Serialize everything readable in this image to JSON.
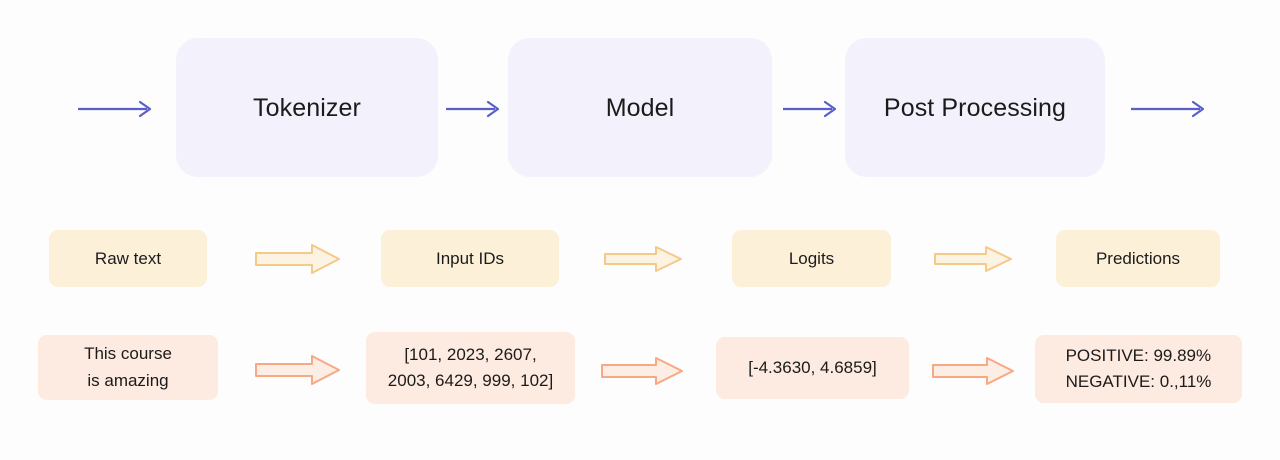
{
  "diagram": {
    "title": "NLP pipeline: Tokenizer / Model / Post Processing",
    "background_color": "#fdfdfd",
    "colors": {
      "stage_fill": "#f3f1fc",
      "stage_arrow": "#5a5fc7",
      "concept_fill": "#fdf0d9",
      "concept_arrow_fill": "#fdf3e3",
      "concept_arrow_stroke": "#f5c98a",
      "example_fill": "#fdeae0",
      "example_arrow_fill": "#fdeee5",
      "example_arrow_stroke": "#f8a983",
      "text": "#1b1b1b"
    }
  },
  "stages": [
    {
      "label": "Tokenizer"
    },
    {
      "label": "Model"
    },
    {
      "label": "Post Processing"
    }
  ],
  "stage_arrows": [
    {
      "name": "arrow-into-tokenizer"
    },
    {
      "name": "arrow-tokenizer-to-model"
    },
    {
      "name": "arrow-model-to-post-processing"
    },
    {
      "name": "arrow-out-of-post-processing"
    }
  ],
  "concepts": [
    {
      "label": "Raw text"
    },
    {
      "label": "Input IDs"
    },
    {
      "label": "Logits"
    },
    {
      "label": "Predictions"
    }
  ],
  "concept_arrows": [
    {
      "name": "concept-arrow-raw-text-to-input-ids"
    },
    {
      "name": "concept-arrow-input-ids-to-logits"
    },
    {
      "name": "concept-arrow-logits-to-predictions"
    }
  ],
  "examples": [
    {
      "label": "This course\nis amazing"
    },
    {
      "label": "[101, 2023, 2607,\n2003, 6429, 999, 102]"
    },
    {
      "label": "[-4.3630, 4.6859]"
    },
    {
      "label": "POSITIVE: 99.89%\nNEGATIVE: 0.,11%"
    }
  ],
  "example_arrows": [
    {
      "name": "example-arrow-text-to-ids"
    },
    {
      "name": "example-arrow-ids-to-logits"
    },
    {
      "name": "example-arrow-logits-to-predictions"
    }
  ]
}
